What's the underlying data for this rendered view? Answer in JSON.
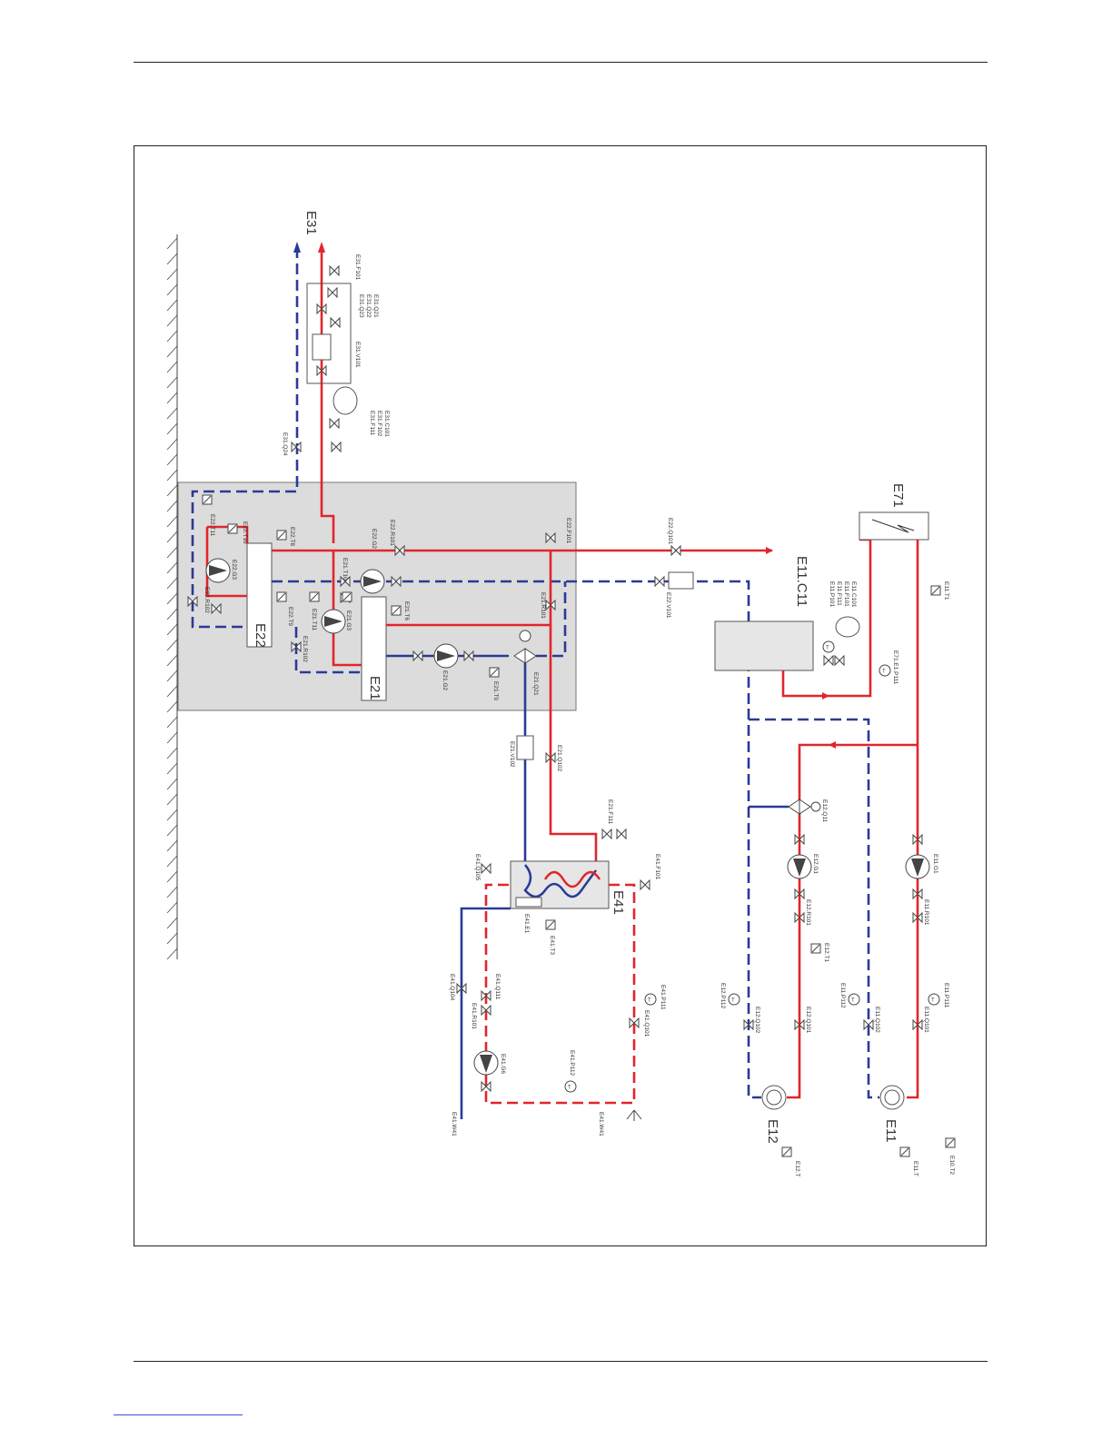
{
  "diagram": {
    "title": "",
    "zones": {
      "E31": "E31",
      "E22": "E22",
      "E21": "E21",
      "E41": "E41",
      "E71": "E71",
      "E11": "E11",
      "E12": "E12",
      "E11C11": "E11.C11"
    },
    "labels": {
      "e31_f101": "E31.F101",
      "e31_q21": "E31.Q21",
      "e31_q22": "E31.Q22",
      "e31_q23": "E31.Q23",
      "e31_v101": "E31.V101",
      "e31_c101": "E31.C101",
      "e31_f102": "E31.F102",
      "e31_f111": "E31.F111",
      "e31_q24": "E31.Q24",
      "e22_t11": "E22.T11",
      "e22_t10": "E22.T10",
      "e22_t8": "E22.T8",
      "e22_g3": "E22.G3",
      "e22_r102": "E22.R102",
      "e22_t9": "E22.T9",
      "e22_g2": "E22.G2",
      "e22_r101": "E22.R101",
      "e22_f101": "E22.F101",
      "e22_q101": "E22.Q101",
      "e22_v101": "E22.V101",
      "e21_t10": "E21.T10",
      "e21_t11": "E21.T11",
      "e21_g3": "E21.G3",
      "e21_r102": "E21.R102",
      "e21_t6": "E21.T6",
      "e21_r101": "E21.R101",
      "e21_g2": "E21.G2",
      "e21_t9": "E21.T9",
      "e21_q21": "E21.Q21",
      "e21_v102": "E21.V102",
      "e21_q102": "E21.Q102",
      "e21_f111": "E21.F111",
      "e11c_c101": "E11.C101",
      "e11c_f101": "E11.F101",
      "e11c_f111": "E11.F111",
      "e11c_p101": "E11.P101",
      "e71_e1p111": "E71.E1.P111",
      "e11_t1": "E11.T1",
      "e12_q11": "E12.Q11",
      "e12_g1": "E12.G1",
      "e12_r101": "E12.R101",
      "e12_t1": "E12.T1",
      "e12_p112": "E12.P112",
      "e12_q102": "E12.Q102",
      "e12_q101": "E12.Q101",
      "e12_t": "E12.T",
      "e11_g1": "E11.G1",
      "e11_r101": "E11.R101",
      "e11_p112": "E11.P112",
      "e11_q102": "E11.Q102",
      "e11_p111": "E11.P111",
      "e11_q101": "E11.Q101",
      "e11_t": "E11.T",
      "e10_t2": "E10.T2",
      "e41_q105": "E41.Q105",
      "e41_f101": "E41.F101",
      "e41_e1": "E41.E1",
      "e41_t3": "E41.T3",
      "e41_q104": "E41.Q104",
      "e41_q111": "E41.Q111",
      "e41_r101": "E41.R101",
      "e41_g6": "E41.G6",
      "e41_w41": "E41.W41",
      "e41_p111": "E41.P111",
      "e41_q101": "E41.Q101",
      "e41_p112": "E41.P112",
      "e41_w41b": "E41.W41"
    },
    "colors": {
      "supply": "#e0262b",
      "return": "#2a3a96",
      "zone": "#dcdcdc"
    }
  }
}
